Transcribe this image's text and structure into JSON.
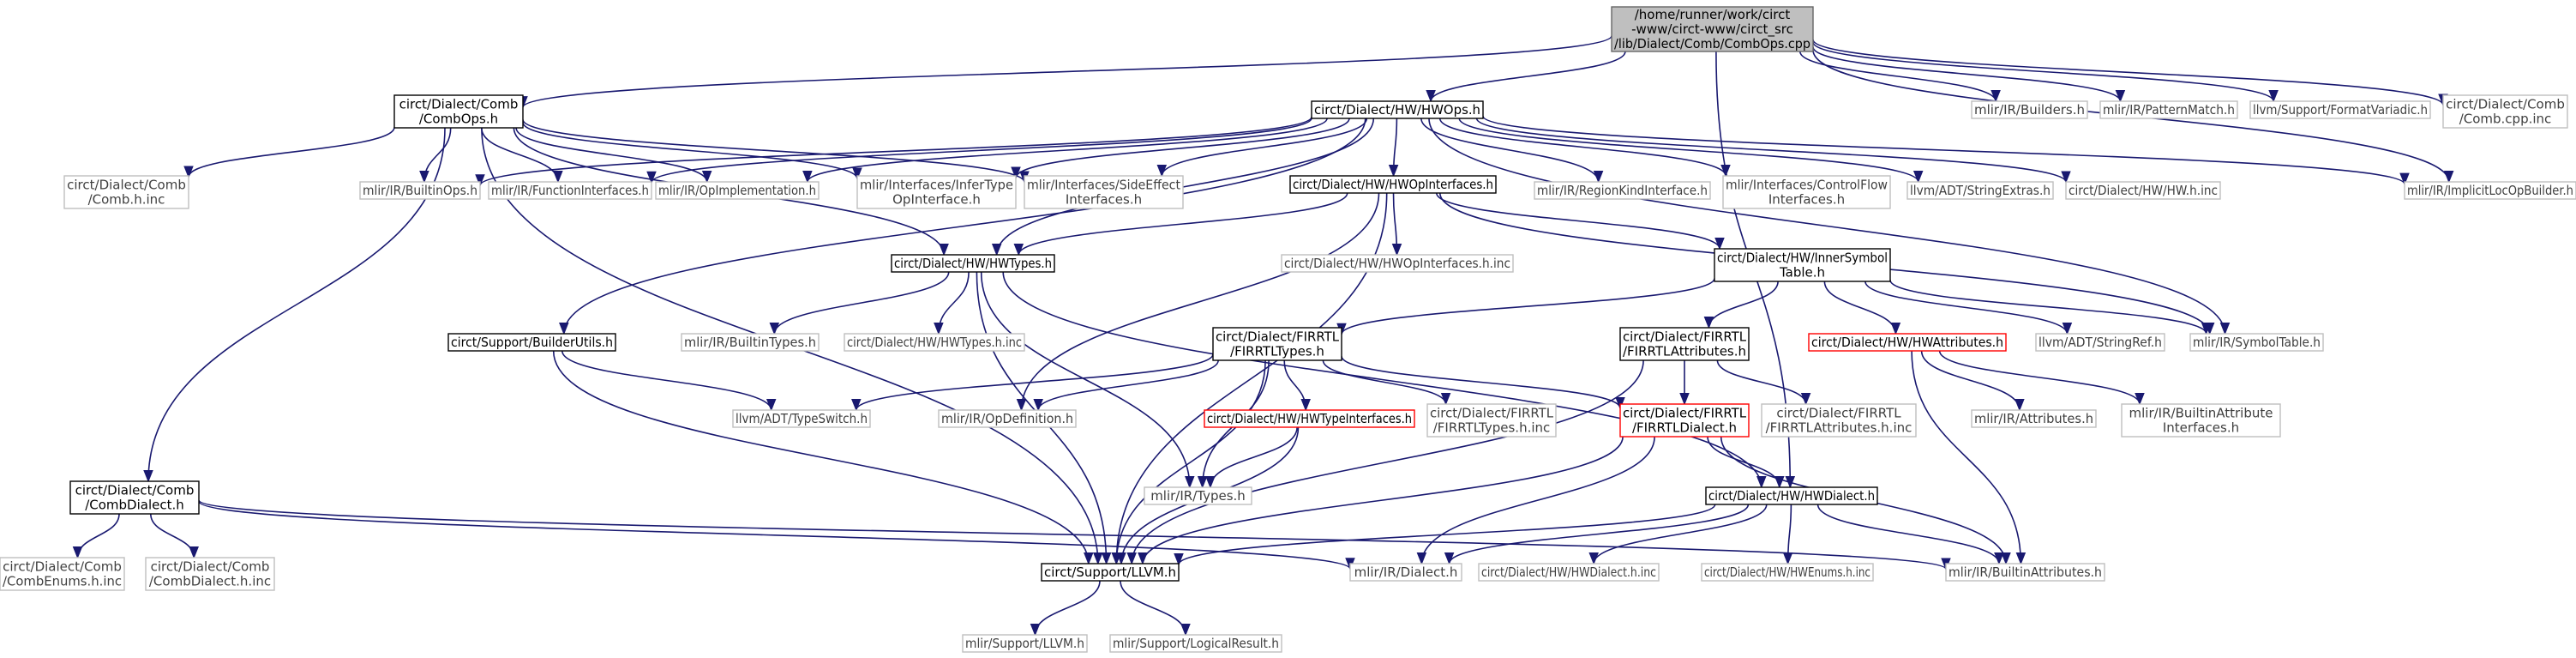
{
  "graph": {
    "nodes": [
      {
        "id": "root",
        "lines": [
          "/home/runner/work/circt",
          "-www/circt-www/circt_src",
          "/lib/Dialect/Comb/CombOps.cpp"
        ],
        "style": "root"
      },
      {
        "id": "comb_ops",
        "lines": [
          "circt/Dialect/Comb",
          "/CombOps.h"
        ],
        "style": "normal"
      },
      {
        "id": "hwops",
        "lines": [
          "circt/Dialect/HW/HWOps.h"
        ],
        "style": "normal"
      },
      {
        "id": "builders",
        "lines": [
          "mlir/IR/Builders.h"
        ],
        "style": "external"
      },
      {
        "id": "patternmatch",
        "lines": [
          "mlir/IR/PatternMatch.h"
        ],
        "style": "external"
      },
      {
        "id": "formatvariadic",
        "lines": [
          "llvm/Support/FormatVariadic.h"
        ],
        "style": "external"
      },
      {
        "id": "comb_cpp_inc",
        "lines": [
          "circt/Dialect/Comb",
          "/Comb.cpp.inc"
        ],
        "style": "external"
      },
      {
        "id": "comb_h_inc",
        "lines": [
          "circt/Dialect/Comb",
          "/Comb.h.inc"
        ],
        "style": "external"
      },
      {
        "id": "builtinops",
        "lines": [
          "mlir/IR/BuiltinOps.h"
        ],
        "style": "external"
      },
      {
        "id": "funciface",
        "lines": [
          "mlir/IR/FunctionInterfaces.h"
        ],
        "style": "external"
      },
      {
        "id": "opimpl",
        "lines": [
          "mlir/IR/OpImplementation.h"
        ],
        "style": "external"
      },
      {
        "id": "infertype",
        "lines": [
          "mlir/Interfaces/InferType",
          "OpInterface.h"
        ],
        "style": "external"
      },
      {
        "id": "sideeffect",
        "lines": [
          "mlir/Interfaces/SideEffect",
          "Interfaces.h"
        ],
        "style": "external"
      },
      {
        "id": "hwopiface",
        "lines": [
          "circt/Dialect/HW/HWOpInterfaces.h"
        ],
        "style": "normal"
      },
      {
        "id": "regionkind",
        "lines": [
          "mlir/IR/RegionKindInterface.h"
        ],
        "style": "external"
      },
      {
        "id": "controlflow",
        "lines": [
          "mlir/Interfaces/ControlFlow",
          "Interfaces.h"
        ],
        "style": "external"
      },
      {
        "id": "stringextras",
        "lines": [
          "llvm/ADT/StringExtras.h"
        ],
        "style": "external"
      },
      {
        "id": "hw_h_inc",
        "lines": [
          "circt/Dialect/HW/HW.h.inc"
        ],
        "style": "external"
      },
      {
        "id": "implicitloc",
        "lines": [
          "mlir/IR/ImplicitLocOpBuilder.h"
        ],
        "style": "external"
      },
      {
        "id": "hwtypes",
        "lines": [
          "circt/Dialect/HW/HWTypes.h"
        ],
        "style": "normal"
      },
      {
        "id": "hwopiface_inc",
        "lines": [
          "circt/Dialect/HW/HWOpInterfaces.h.inc"
        ],
        "style": "external"
      },
      {
        "id": "innersym",
        "lines": [
          "circt/Dialect/HW/InnerSymbol",
          "Table.h"
        ],
        "style": "normal"
      },
      {
        "id": "builderutils",
        "lines": [
          "circt/Support/BuilderUtils.h"
        ],
        "style": "normal"
      },
      {
        "id": "builtintypes",
        "lines": [
          "mlir/IR/BuiltinTypes.h"
        ],
        "style": "external"
      },
      {
        "id": "hwtypes_inc",
        "lines": [
          "circt/Dialect/HW/HWTypes.h.inc"
        ],
        "style": "external"
      },
      {
        "id": "firrtltypes",
        "lines": [
          "circt/Dialect/FIRRTL",
          "/FIRRTLTypes.h"
        ],
        "style": "normal"
      },
      {
        "id": "firrtlattrs",
        "lines": [
          "circt/Dialect/FIRRTL",
          "/FIRRTLAttributes.h"
        ],
        "style": "normal"
      },
      {
        "id": "hwattrs",
        "lines": [
          "circt/Dialect/HW/HWAttributes.h"
        ],
        "style": "red"
      },
      {
        "id": "stringref",
        "lines": [
          "llvm/ADT/StringRef.h"
        ],
        "style": "external"
      },
      {
        "id": "symboltable",
        "lines": [
          "mlir/IR/SymbolTable.h"
        ],
        "style": "external"
      },
      {
        "id": "typeswitch",
        "lines": [
          "llvm/ADT/TypeSwitch.h"
        ],
        "style": "external"
      },
      {
        "id": "opdef",
        "lines": [
          "mlir/IR/OpDefinition.h"
        ],
        "style": "external"
      },
      {
        "id": "hwtypeiface",
        "lines": [
          "circt/Dialect/HW/HWTypeInterfaces.h"
        ],
        "style": "red"
      },
      {
        "id": "firrtltypes_inc",
        "lines": [
          "circt/Dialect/FIRRTL",
          "/FIRRTLTypes.h.inc"
        ],
        "style": "external"
      },
      {
        "id": "firrtldialect",
        "lines": [
          "circt/Dialect/FIRRTL",
          "/FIRRTLDialect.h"
        ],
        "style": "red"
      },
      {
        "id": "firrtlattrs_inc",
        "lines": [
          "circt/Dialect/FIRRTL",
          "/FIRRTLAttributes.h.inc"
        ],
        "style": "external"
      },
      {
        "id": "mlirattrs",
        "lines": [
          "mlir/IR/Attributes.h"
        ],
        "style": "external"
      },
      {
        "id": "builtinattriface",
        "lines": [
          "mlir/IR/BuiltinAttribute",
          "Interfaces.h"
        ],
        "style": "external"
      },
      {
        "id": "combdialect",
        "lines": [
          "circt/Dialect/Comb",
          "/CombDialect.h"
        ],
        "style": "normal"
      },
      {
        "id": "mlirtypes",
        "lines": [
          "mlir/IR/Types.h"
        ],
        "style": "external"
      },
      {
        "id": "hwdialect",
        "lines": [
          "circt/Dialect/HW/HWDialect.h"
        ],
        "style": "normal"
      },
      {
        "id": "combenums_inc",
        "lines": [
          "circt/Dialect/Comb",
          "/CombEnums.h.inc"
        ],
        "style": "external"
      },
      {
        "id": "combdialect_inc",
        "lines": [
          "circt/Dialect/Comb",
          "/CombDialect.h.inc"
        ],
        "style": "external"
      },
      {
        "id": "support_llvm",
        "lines": [
          "circt/Support/LLVM.h"
        ],
        "style": "normal"
      },
      {
        "id": "mlirdialect",
        "lines": [
          "mlir/IR/Dialect.h"
        ],
        "style": "external"
      },
      {
        "id": "hwdialect_inc",
        "lines": [
          "circt/Dialect/HW/HWDialect.h.inc"
        ],
        "style": "external"
      },
      {
        "id": "hwenums_inc",
        "lines": [
          "circt/Dialect/HW/HWEnums.h.inc"
        ],
        "style": "external"
      },
      {
        "id": "builtinattrs",
        "lines": [
          "mlir/IR/BuiltinAttributes.h"
        ],
        "style": "external"
      },
      {
        "id": "mlir_llvm",
        "lines": [
          "mlir/Support/LLVM.h"
        ],
        "style": "external"
      },
      {
        "id": "logicalresult",
        "lines": [
          "mlir/Support/LogicalResult.h"
        ],
        "style": "external"
      }
    ],
    "edges": [
      [
        "root",
        "comb_ops"
      ],
      [
        "root",
        "hwops"
      ],
      [
        "root",
        "builders"
      ],
      [
        "root",
        "patternmatch"
      ],
      [
        "root",
        "formatvariadic"
      ],
      [
        "root",
        "comb_cpp_inc"
      ],
      [
        "root",
        "implicitloc"
      ],
      [
        "root",
        "hwdialect"
      ],
      [
        "comb_ops",
        "comb_h_inc"
      ],
      [
        "comb_ops",
        "builtinops"
      ],
      [
        "comb_ops",
        "funciface"
      ],
      [
        "comb_ops",
        "opimpl"
      ],
      [
        "comb_ops",
        "infertype"
      ],
      [
        "comb_ops",
        "sideeffect"
      ],
      [
        "comb_ops",
        "combdialect"
      ],
      [
        "comb_ops",
        "hwtypes"
      ],
      [
        "comb_ops",
        "support_llvm"
      ],
      [
        "hwops",
        "builtinops"
      ],
      [
        "hwops",
        "funciface"
      ],
      [
        "hwops",
        "opimpl"
      ],
      [
        "hwops",
        "infertype"
      ],
      [
        "hwops",
        "sideeffect"
      ],
      [
        "hwops",
        "hwopiface"
      ],
      [
        "hwops",
        "regionkind"
      ],
      [
        "hwops",
        "controlflow"
      ],
      [
        "hwops",
        "stringextras"
      ],
      [
        "hwops",
        "hw_h_inc"
      ],
      [
        "hwops",
        "implicitloc"
      ],
      [
        "hwops",
        "hwtypes"
      ],
      [
        "hwops",
        "builderutils"
      ],
      [
        "hwops",
        "symboltable"
      ],
      [
        "hwopiface",
        "hwtypes"
      ],
      [
        "hwopiface",
        "hwopiface_inc"
      ],
      [
        "hwopiface",
        "innersym"
      ],
      [
        "hwopiface",
        "opdef"
      ],
      [
        "hwopiface",
        "support_llvm"
      ],
      [
        "hwopiface",
        "symboltable"
      ],
      [
        "innersym",
        "firrtltypes"
      ],
      [
        "innersym",
        "firrtlattrs"
      ],
      [
        "innersym",
        "hwattrs"
      ],
      [
        "innersym",
        "stringref"
      ],
      [
        "innersym",
        "symboltable"
      ],
      [
        "hwtypes",
        "builtintypes"
      ],
      [
        "hwtypes",
        "hwtypes_inc"
      ],
      [
        "hwtypes",
        "hwdialect"
      ],
      [
        "hwtypes",
        "mlirtypes"
      ],
      [
        "hwtypes",
        "support_llvm"
      ],
      [
        "builderutils",
        "typeswitch"
      ],
      [
        "builderutils",
        "support_llvm"
      ],
      [
        "firrtltypes",
        "typeswitch"
      ],
      [
        "firrtltypes",
        "opdef"
      ],
      [
        "firrtltypes",
        "hwtypeiface"
      ],
      [
        "firrtltypes",
        "firrtltypes_inc"
      ],
      [
        "firrtltypes",
        "firrtldialect"
      ],
      [
        "firrtltypes",
        "mlirtypes"
      ],
      [
        "firrtltypes",
        "support_llvm"
      ],
      [
        "firrtlattrs",
        "firrtldialect"
      ],
      [
        "firrtlattrs",
        "firrtlattrs_inc"
      ],
      [
        "firrtlattrs",
        "support_llvm"
      ],
      [
        "hwattrs",
        "mlirattrs"
      ],
      [
        "hwattrs",
        "builtinattriface"
      ],
      [
        "hwattrs",
        "builtinattrs"
      ],
      [
        "hwtypeiface",
        "mlirtypes"
      ],
      [
        "hwtypeiface",
        "support_llvm"
      ],
      [
        "firrtldialect",
        "hwdialect"
      ],
      [
        "firrtldialect",
        "support_llvm"
      ],
      [
        "firrtldialect",
        "mlirdialect"
      ],
      [
        "firrtldialect",
        "builtinattrs"
      ],
      [
        "combdialect",
        "combenums_inc"
      ],
      [
        "combdialect",
        "combdialect_inc"
      ],
      [
        "combdialect",
        "mlirdialect"
      ],
      [
        "combdialect",
        "builtinattrs"
      ],
      [
        "hwdialect",
        "support_llvm"
      ],
      [
        "hwdialect",
        "mlirdialect"
      ],
      [
        "hwdialect",
        "hwdialect_inc"
      ],
      [
        "hwdialect",
        "hwenums_inc"
      ],
      [
        "hwdialect",
        "builtinattrs"
      ],
      [
        "support_llvm",
        "mlir_llvm"
      ],
      [
        "support_llvm",
        "logicalresult"
      ]
    ]
  },
  "colors": {
    "edge": "#191970",
    "root_fill": "#bfbfbf",
    "normal_border": "#000000",
    "external_border": "#bfbfbf",
    "external_text": "#3f3f3f",
    "red_border": "#ff0000"
  }
}
